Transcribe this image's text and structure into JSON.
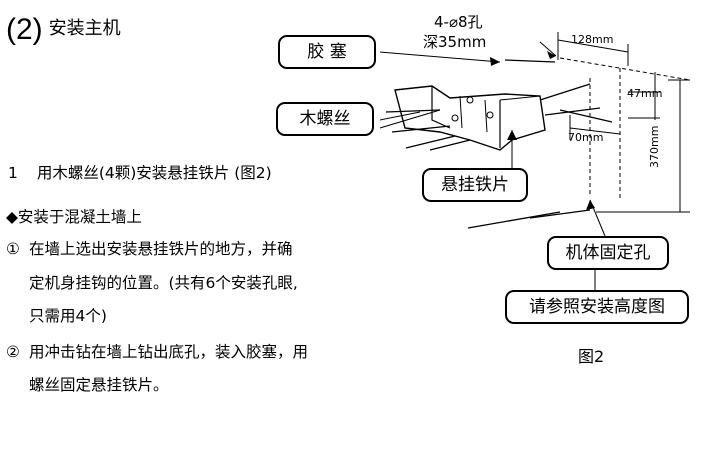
{
  "section": {
    "number": "(2)",
    "title": "安装主机"
  },
  "step1": {
    "number": "1",
    "text": "用木螺丝(4颗)安装悬挂铁片 (图2)"
  },
  "concrete": {
    "heading": "◆安装于混凝土墙上",
    "item1": {
      "marker": "①",
      "lines": [
        "在墙上选出安装悬挂铁片的地方，并确",
        "定机身挂钩的位置。(共有6个安装孔眼,",
        "只需用4个)"
      ]
    },
    "item2": {
      "marker": "②",
      "lines": [
        "用冲击钻在墙上钻出底孔，装入胶塞，用",
        "螺丝固定悬挂铁片。"
      ]
    }
  },
  "figure": {
    "labels": {
      "plug": "胶 塞",
      "wood_screw": "木螺丝",
      "hanging_plate": "悬挂铁片",
      "body_hole": "机体固定孔",
      "height_ref": "请参照安装高度图"
    },
    "hole_spec": {
      "line1": "4-⌀8孔",
      "line2": "深35mm"
    },
    "dimensions": {
      "d128": "128mm",
      "d47": "47mm",
      "d70": "70mm",
      "d370": "370mm"
    },
    "caption": "图2"
  }
}
